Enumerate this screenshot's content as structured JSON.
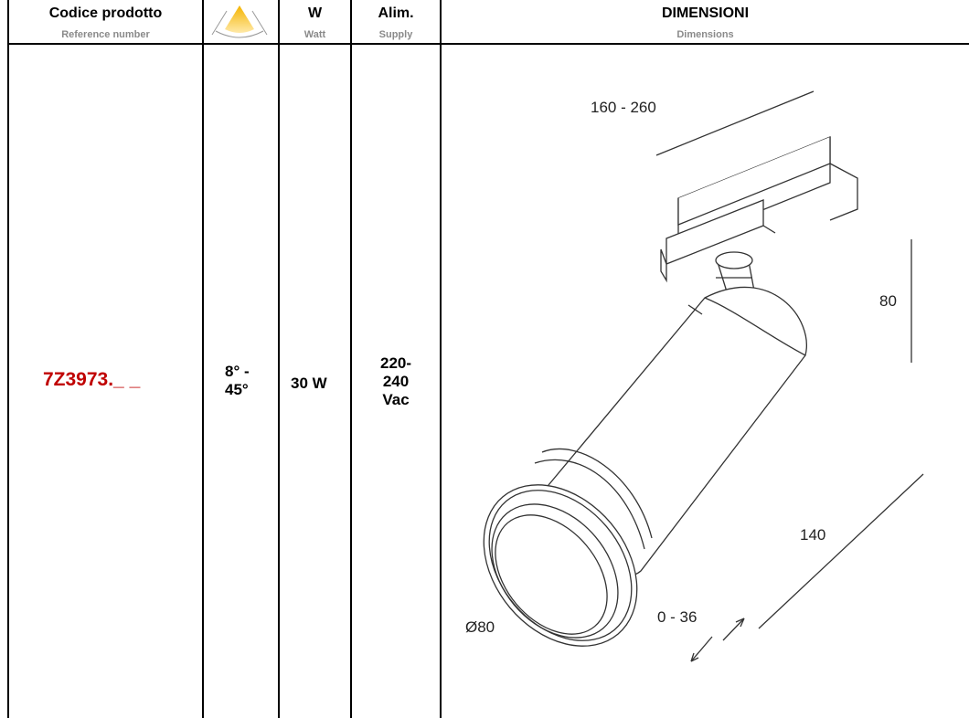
{
  "header": {
    "col1_title": "Codice prodotto",
    "col1_sub": "Reference number",
    "col2_icon": "beam-angle-icon",
    "col3_title": "W",
    "col3_sub": "Watt",
    "col4_title": "Alim.",
    "col4_sub": "Supply",
    "col5_title": "DIMENSIONI",
    "col5_sub": "Dimensions"
  },
  "row": {
    "code": "7Z3973._ _",
    "beam_line1": "8° -",
    "beam_line2": "45°",
    "watt": "30 W",
    "supply_line1": "220-",
    "supply_line2": "240",
    "supply_line3": "Vac"
  },
  "dimensions": {
    "track_length": "160 - 260",
    "height": "80",
    "length": "140",
    "diameter": "Ø80",
    "adjust": "0 - 36"
  },
  "colors": {
    "code": "#c00000",
    "sub_header": "#8a8a8a",
    "beam_icon": "#f4b400"
  }
}
